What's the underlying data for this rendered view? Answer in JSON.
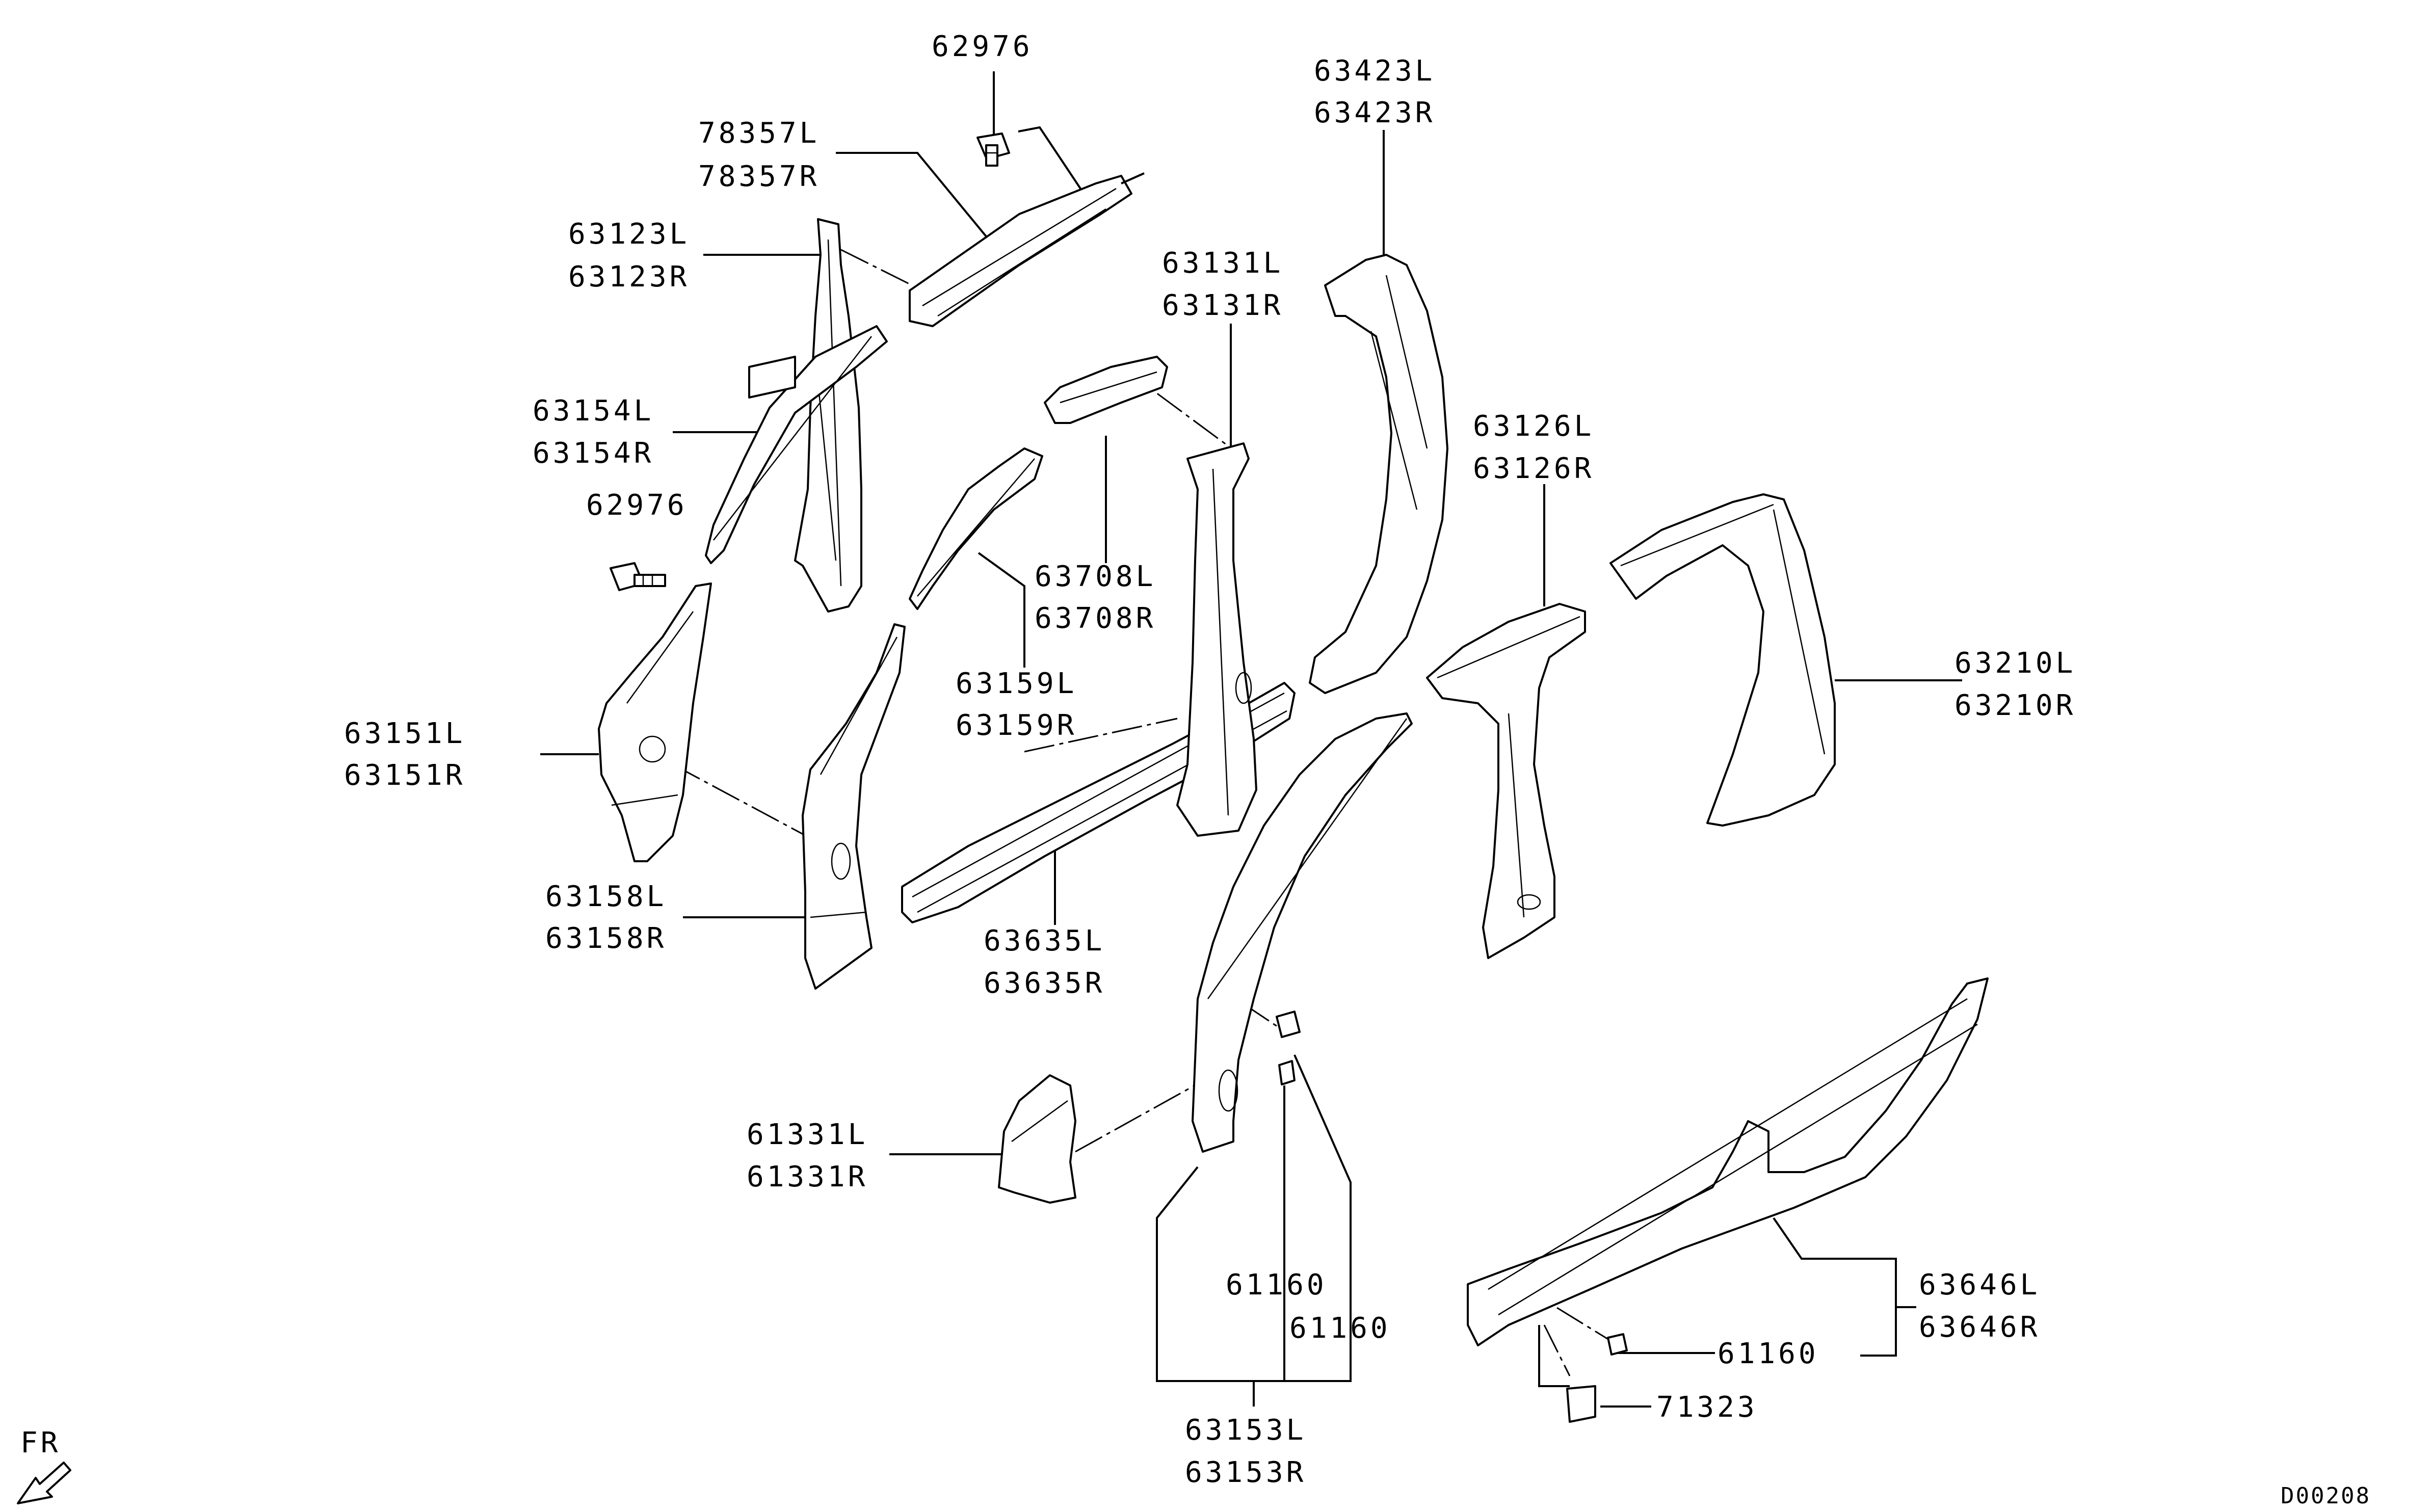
{
  "labels": {
    "p62976_top": "62976",
    "p78357l": "78357L",
    "p78357r": "78357R",
    "p63123l": "63123L",
    "p63123r": "63123R",
    "p63154l": "63154L",
    "p63154r": "63154R",
    "p62976_mid": "62976",
    "p63151l": "63151L",
    "p63151r": "63151R",
    "p63158l": "63158L",
    "p63158r": "63158R",
    "p63708l": "63708L",
    "p63708r": "63708R",
    "p63159l": "63159L",
    "p63159r": "63159R",
    "p63635l": "63635L",
    "p63635r": "63635R",
    "p63131l": "63131L",
    "p63131r": "63131R",
    "p63423l": "63423L",
    "p63423r": "63423R",
    "p63126l": "63126L",
    "p63126r": "63126R",
    "p63210l": "63210L",
    "p63210r": "63210R",
    "p61331l": "61331L",
    "p61331r": "61331R",
    "p61160_a": "61160",
    "p61160_b": "61160",
    "p61160_c": "61160",
    "p63153l": "63153L",
    "p63153r": "63153R",
    "p63646l": "63646L",
    "p63646r": "63646R",
    "p71323": "71323",
    "fr": "FR",
    "diagram_code": "D00208"
  }
}
